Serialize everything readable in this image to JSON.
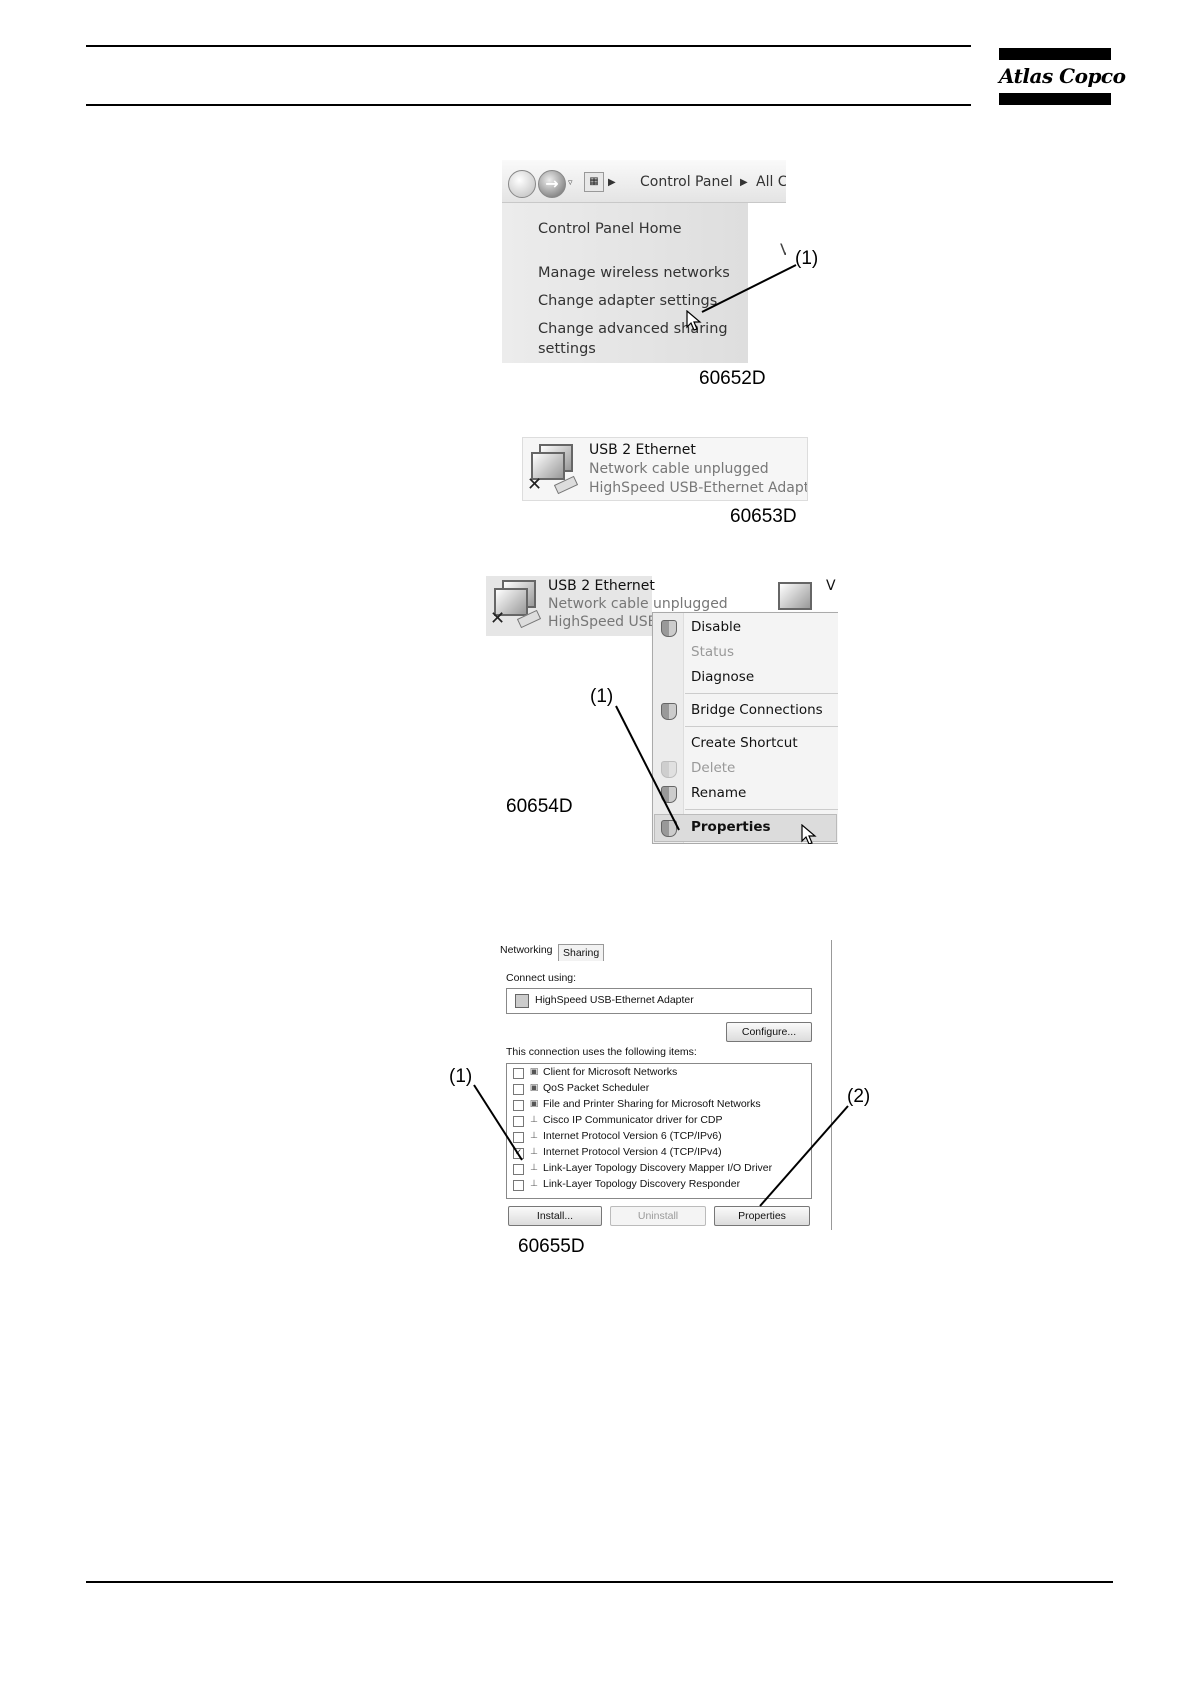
{
  "header": {
    "brand": "Atlas Copco"
  },
  "figures": {
    "fig1": {
      "code": "60652D",
      "callout": "(1)",
      "breadcrumb": [
        "Control Panel",
        "All C"
      ],
      "links": [
        "Control Panel Home",
        "Manage wireless networks",
        "Change adapter settings",
        "Change advanced sharing",
        "settings"
      ],
      "stray_text": "V"
    },
    "fig2": {
      "code": "60653D",
      "adapter_name": "USB 2 Ethernet",
      "status": "Network cable unplugged",
      "device": "HighSpeed USB-Ethernet Adapter"
    },
    "fig3": {
      "code": "60654D",
      "callout": "(1)",
      "adapter_name": "USB 2 Ethernet",
      "status": "Network cable unplugged",
      "device": "HighSpeed USB-E",
      "second_adapter": "V",
      "menu": [
        "Disable",
        "Status",
        "Diagnose",
        "Bridge Connections",
        "Create Shortcut",
        "Delete",
        "Rename",
        "Properties"
      ]
    },
    "fig4": {
      "code": "60655D",
      "callout_1": "(1)",
      "callout_2": "(2)",
      "tabs": [
        "Networking",
        "Sharing"
      ],
      "connect_using_label": "Connect using:",
      "adapter": "HighSpeed USB-Ethernet Adapter",
      "configure_button": "Configure...",
      "items_label": "This connection uses the following items:",
      "items": [
        {
          "label": "Client for Microsoft Networks",
          "checked": false
        },
        {
          "label": "QoS Packet Scheduler",
          "checked": false
        },
        {
          "label": "File and Printer Sharing for Microsoft Networks",
          "checked": false
        },
        {
          "label": "Cisco IP Communicator driver for CDP",
          "checked": false
        },
        {
          "label": "Internet Protocol Version 6 (TCP/IPv6)",
          "checked": false
        },
        {
          "label": "Internet Protocol Version 4 (TCP/IPv4)",
          "checked": true
        },
        {
          "label": "Link-Layer Topology Discovery Mapper I/O Driver",
          "checked": false
        },
        {
          "label": "Link-Layer Topology Discovery Responder",
          "checked": false
        }
      ],
      "install_button": "Install...",
      "uninstall_button": "Uninstall",
      "properties_button": "Properties"
    }
  }
}
